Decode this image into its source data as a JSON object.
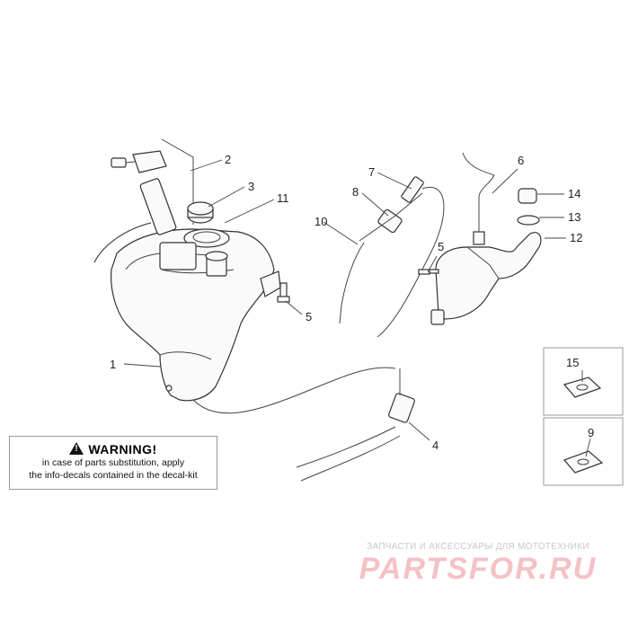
{
  "warning": {
    "title": "WARNING!",
    "line1": "in case of parts substitution, apply",
    "line2": "the info-decals contained in the decal-kit"
  },
  "callouts": [
    "1",
    "2",
    "3",
    "11",
    "5",
    "7",
    "8",
    "10",
    "6",
    "14",
    "13",
    "12",
    "5",
    "4",
    "15",
    "9"
  ],
  "watermark": {
    "caption": "ЗАПЧАСТИ И АКСЕССУАРЫ ДЛЯ МОТОТЕХНИКИ",
    "logo": "PARTSFOR.RU"
  },
  "colors": {
    "line": "#333333",
    "watermark": "#f4c2c4"
  }
}
